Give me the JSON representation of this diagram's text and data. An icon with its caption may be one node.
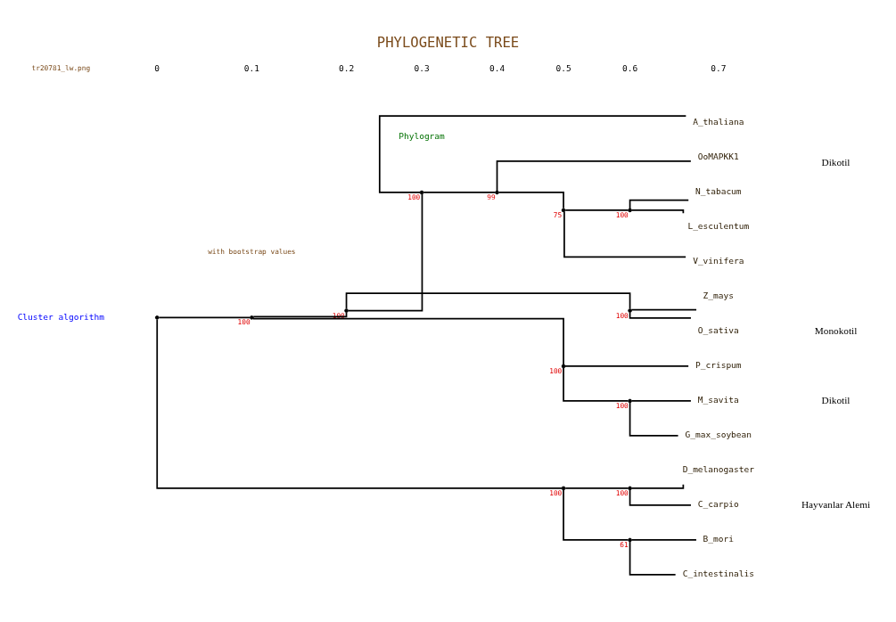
{
  "diagram": {
    "title": "PHYLOGENETIC TREE",
    "nodes": [
      {
        "text": [],
        "shape": "point"
      },
      {
        "text": [],
        "shape": "point",
        "beside": [
          "100"
        ]
      },
      {
        "text": [],
        "shape": "point",
        "beside": [
          "100"
        ]
      },
      {
        "text": [],
        "shape": "point",
        "beside": [
          "100"
        ]
      },
      {
        "text": [],
        "shape": "point",
        "beside": [
          "99"
        ]
      },
      {
        "text": [
          "OoMAPKK1"
        ]
      },
      {
        "text": [],
        "shape": "point",
        "beside": [
          "75"
        ]
      },
      {
        "text": [],
        "shape": "point",
        "beside": [
          "100"
        ]
      },
      {
        "text": [
          "L_esculentum"
        ]
      },
      {
        "text": [
          "N_tabacum"
        ]
      },
      {
        "text": [
          "V_vinifera"
        ]
      },
      {
        "text": [
          "A_thaliana"
        ]
      },
      {
        "text": [],
        "shape": "point",
        "beside": [
          "100"
        ]
      },
      {
        "text": [
          "O_sativa"
        ]
      },
      {
        "text": [
          "Z_mays"
        ]
      },
      {
        "text": [],
        "shape": "point",
        "beside": [
          "100"
        ]
      },
      {
        "text": [],
        "shape": "point",
        "beside": [
          "100"
        ]
      },
      {
        "text": [
          "G_max_soybean"
        ]
      },
      {
        "text": [
          "M_savita"
        ]
      },
      {
        "text": [
          "P_crispum"
        ]
      },
      {
        "text": [],
        "shape": "point",
        "beside": [
          "100"
        ]
      },
      {
        "text": [],
        "shape": "point",
        "beside": [
          "100"
        ]
      },
      {
        "text": [
          "D_melanogaster"
        ]
      },
      {
        "text": [
          "C_carpio"
        ]
      },
      {
        "text": [],
        "shape": "point",
        "beside": [
          "61"
        ]
      },
      {
        "text": [
          "B_mori"
        ]
      },
      {
        "text": [
          "C_intestinalis"
        ]
      }
    ],
    "edges": [
      {
        "from": 0,
        "to": 1,
        "arrow": "none"
      },
      {
        "from": 1,
        "to": 2,
        "arrow": "none"
      },
      {
        "from": 2,
        "to": 3,
        "arrow": "none"
      },
      {
        "from": 3,
        "to": 4,
        "arrow": "none"
      },
      {
        "from": 4,
        "to": 5,
        "arrow": "none"
      },
      {
        "from": 4,
        "to": 6,
        "arrow": "none"
      },
      {
        "from": 6,
        "to": 7,
        "arrow": "none"
      },
      {
        "from": 7,
        "to": 8,
        "arrow": "none"
      },
      {
        "from": 7,
        "to": 9,
        "arrow": "none"
      },
      {
        "from": 6,
        "to": 10,
        "arrow": "none"
      },
      {
        "from": 3,
        "to": 11,
        "arrow": "none"
      },
      {
        "from": 2,
        "to": 12,
        "arrow": "none"
      },
      {
        "from": 12,
        "to": 13,
        "arrow": "none"
      },
      {
        "from": 12,
        "to": 14,
        "arrow": "none"
      },
      {
        "from": 1,
        "to": 15,
        "arrow": "none"
      },
      {
        "from": 15,
        "to": 16,
        "arrow": "none"
      },
      {
        "from": 16,
        "to": 17,
        "arrow": "none"
      },
      {
        "from": 16,
        "to": 18,
        "arrow": "none"
      },
      {
        "from": 15,
        "to": 19,
        "arrow": "none"
      },
      {
        "from": 0,
        "to": 20,
        "arrow": "none"
      },
      {
        "from": 20,
        "to": 21,
        "arrow": "none"
      },
      {
        "from": 21,
        "to": 22,
        "arrow": "none"
      },
      {
        "from": 21,
        "to": 23,
        "arrow": "none"
      },
      {
        "from": 20,
        "to": 24,
        "arrow": "none"
      },
      {
        "from": 24,
        "to": 25,
        "arrow": "none"
      },
      {
        "from": 24,
        "to": 26,
        "arrow": "none"
      }
    ],
    "labels": [
      "Cluster algorithm",
      "with bootstrap values",
      "Phylogram",
      "Dikotil",
      "Monokotil",
      "Dikotil",
      "Hayvanlar Alemi",
      "tr20781_lw.png",
      "0",
      "0.1",
      "0.2",
      "0.3",
      "0.4",
      "0.5",
      "0.6",
      "0.7"
    ]
  }
}
